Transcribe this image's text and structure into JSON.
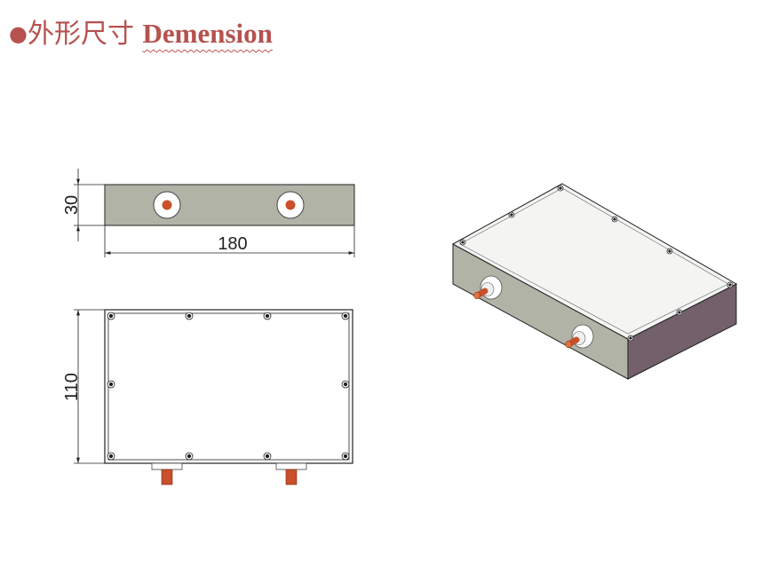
{
  "title": {
    "bullet": "●",
    "cn": "外形尺寸",
    "en": "Demension",
    "color": "#b5524f"
  },
  "dimensions": {
    "height": "30",
    "length": "180",
    "width": "110"
  },
  "colors": {
    "body_gray": "#b1b3a6",
    "top_face": "#f4f4f2",
    "side_face": "#73606a",
    "connector_copper": "#c8502a",
    "line": "#222222"
  }
}
